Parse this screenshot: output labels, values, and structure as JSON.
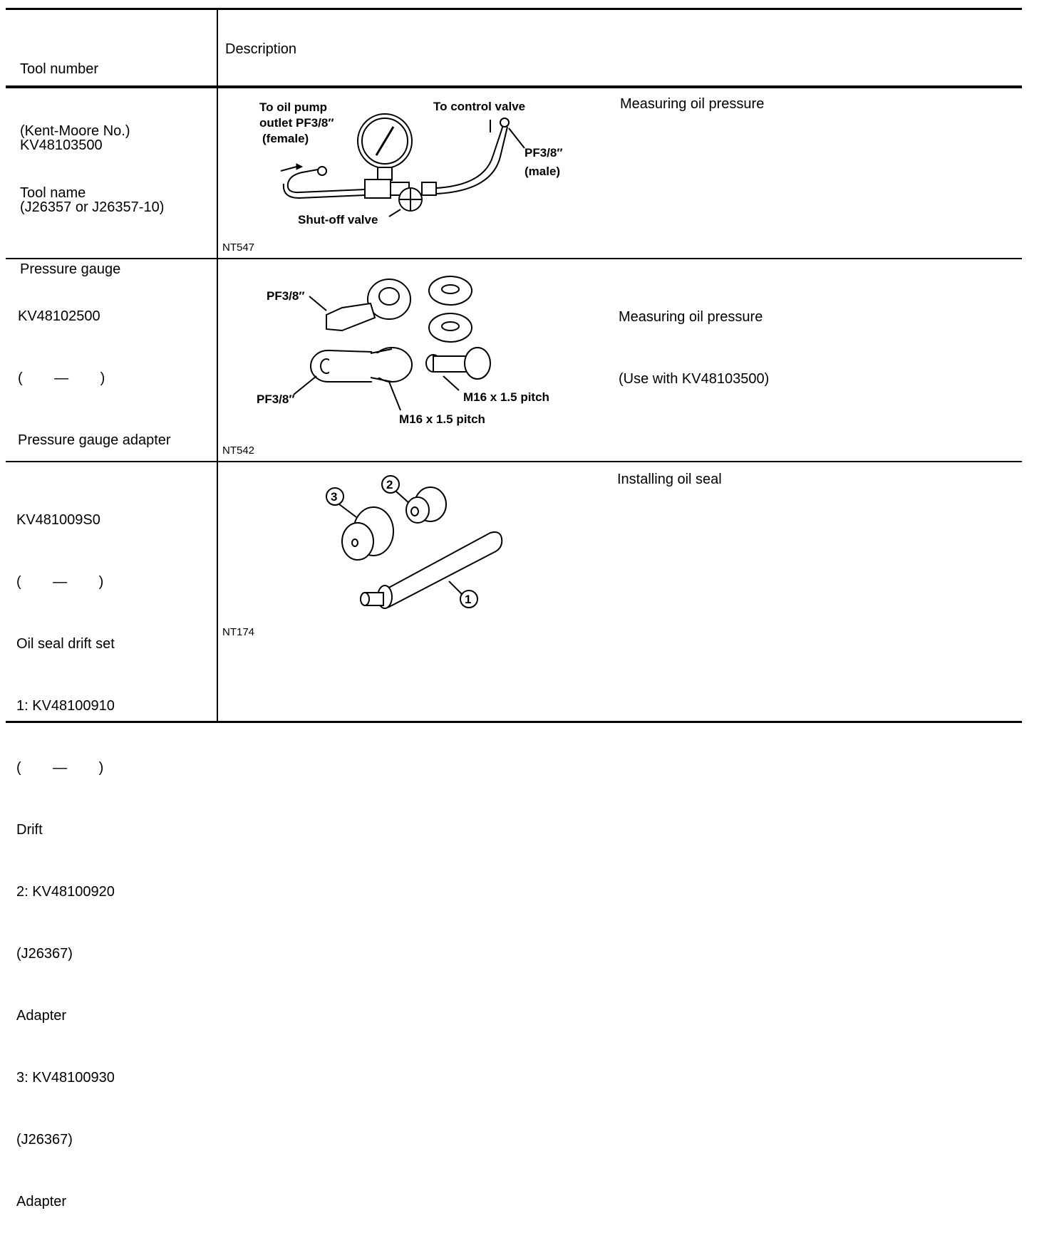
{
  "header": {
    "col1_lines": [
      "Tool number",
      "(Kent-Moore No.)",
      "Tool name"
    ],
    "col2": "Description"
  },
  "rows": [
    {
      "tool_lines": [
        "KV48103500",
        "(J26357 or J26357-10)",
        "Pressure gauge"
      ],
      "description": "Measuring oil pressure",
      "figure_code": "NT547",
      "callouts": {
        "oil_pump_1": "To oil pump",
        "oil_pump_2": "outlet PF3/8″",
        "oil_pump_3": "(female)",
        "control_valve": "To control valve",
        "male_1": "PF3/8″",
        "male_2": "(male)",
        "shutoff": "Shut-off valve"
      }
    },
    {
      "tool_lines": [
        "KV48102500",
        "(        —        )",
        "Pressure gauge adapter"
      ],
      "description_lines": [
        "Measuring oil pressure",
        "(Use with KV48103500)"
      ],
      "figure_code": "NT542",
      "callouts": {
        "pf_top": "PF3/8″",
        "pf_bottom": "PF3/8″",
        "m16_right": "M16 x 1.5 pitch",
        "m16_bottom": "M16 x 1.5 pitch"
      }
    },
    {
      "tool_lines": [
        "KV481009S0",
        "(        —        )",
        "Oil seal drift set",
        "1: KV48100910",
        "(        —        )",
        "Drift",
        "2: KV48100920",
        "(J26367)",
        "Adapter",
        "3: KV48100930",
        "(J26367)",
        "Adapter"
      ],
      "description": "Installing oil seal",
      "figure_code": "NT174",
      "callouts": {
        "n1": "1",
        "n2": "2",
        "n3": "3"
      }
    }
  ]
}
